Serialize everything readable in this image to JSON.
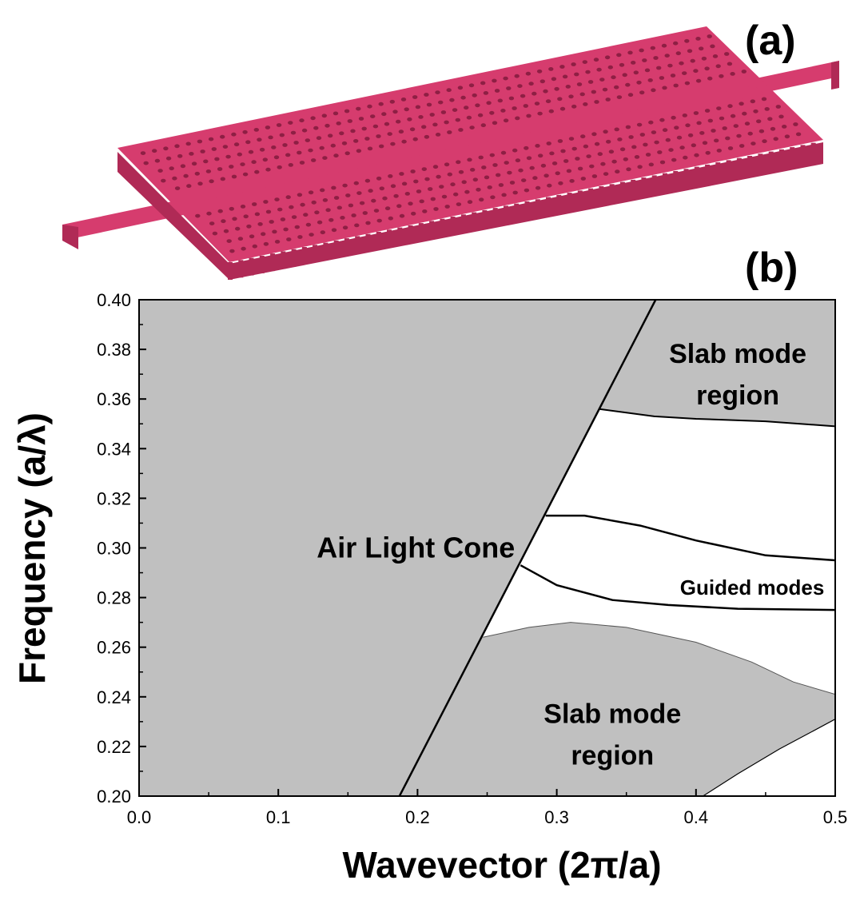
{
  "panel_a": {
    "label": "(a)"
  },
  "panel_b": {
    "label": "(b)"
  },
  "colors": {
    "device": "#d63c6e",
    "device_side": "#b02a56",
    "device_hole": "#8e1f44",
    "region_fill": "#c0c0c0",
    "line": "#000000"
  },
  "chart_data": {
    "type": "area",
    "title": "",
    "xlabel": "Wavevector (2π/a)",
    "ylabel": "Frequency (a/λ)",
    "xlim": [
      0.0,
      0.5
    ],
    "ylim": [
      0.2,
      0.4
    ],
    "x_ticks": [
      "0.0",
      "0.1",
      "0.2",
      "0.3",
      "0.4",
      "0.5"
    ],
    "y_ticks": [
      "0.20",
      "0.22",
      "0.24",
      "0.26",
      "0.28",
      "0.30",
      "0.32",
      "0.34",
      "0.36",
      "0.38",
      "0.40"
    ],
    "grid": false,
    "regions": [
      {
        "name": "Air Light Cone",
        "label_lines": [
          "Air Light Cone"
        ],
        "label_pos": [
          0.15,
          0.3
        ],
        "boundary": [
          [
            0.187,
            0.2
          ],
          [
            0.371,
            0.4
          ]
        ]
      },
      {
        "name": "Slab mode region",
        "label_lines": [
          "Slab mode",
          "region"
        ],
        "label_pos": [
          0.43,
          0.37
        ],
        "lower_boundary": [
          [
            0.33,
            0.356
          ],
          [
            0.37,
            0.353
          ],
          [
            0.4,
            0.352
          ],
          [
            0.45,
            0.351
          ],
          [
            0.5,
            0.349
          ]
        ]
      },
      {
        "name": "Slab mode region",
        "label_lines": [
          "Slab mode",
          "region"
        ],
        "label_pos": [
          0.34,
          0.225
        ],
        "upper_boundary": [
          [
            0.247,
            0.264
          ],
          [
            0.28,
            0.268
          ],
          [
            0.31,
            0.27
          ],
          [
            0.35,
            0.268
          ],
          [
            0.4,
            0.262
          ],
          [
            0.44,
            0.254
          ],
          [
            0.47,
            0.246
          ],
          [
            0.5,
            0.241
          ]
        ],
        "inner_boundary": [
          [
            0.405,
            0.2
          ],
          [
            0.43,
            0.209
          ],
          [
            0.46,
            0.219
          ],
          [
            0.48,
            0.225
          ],
          [
            0.5,
            0.231
          ]
        ]
      }
    ],
    "guided_modes_label": "Guided modes",
    "guided_modes_label_pos": [
      0.43,
      0.284
    ],
    "series": [
      {
        "values": [
          [
            0.292,
            0.313
          ],
          [
            0.32,
            0.313
          ],
          [
            0.36,
            0.309
          ],
          [
            0.4,
            0.303
          ],
          [
            0.45,
            0.297
          ],
          [
            0.5,
            0.295
          ]
        ]
      },
      {
        "values": [
          [
            0.274,
            0.293
          ],
          [
            0.3,
            0.285
          ],
          [
            0.34,
            0.279
          ],
          [
            0.38,
            0.277
          ],
          [
            0.43,
            0.2755
          ],
          [
            0.5,
            0.275
          ]
        ]
      }
    ]
  }
}
